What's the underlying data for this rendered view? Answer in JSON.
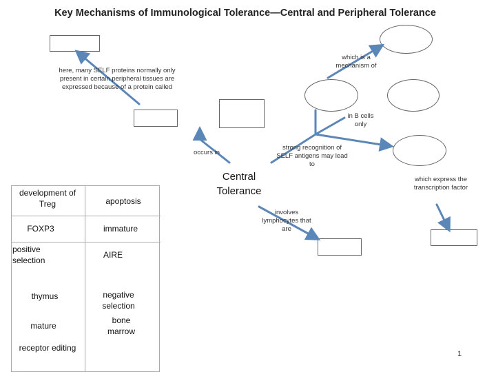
{
  "title": "Key Mechanisms of Immunological Tolerance—Central and Peripheral Tolerance",
  "central_node": "Central Tolerance",
  "labels": {
    "mechanism_of": "which is a mechanism of",
    "self_proteins": "here, many SELF proteins normally only present in certain peripheral tissues are expressed because of a protein called",
    "b_cells_only": "in B cells only",
    "strong_recognition": "strong recognition of SELF antigens may lead to",
    "occurs_in": "occurs in",
    "involves_lymphocytes": "involves lymphocytes that are",
    "transcription_factor": "which express the transcription factor"
  },
  "word_bank": {
    "left": [
      "development of Treg",
      "FOXP3",
      "positive selection",
      "thymus",
      "mature",
      "receptor editing"
    ],
    "right": [
      "apoptosis",
      "immature",
      "AIRE",
      "negative selection",
      "bone marrow",
      ""
    ]
  },
  "page_number": "1",
  "colors": {
    "arrow": "#5b86b8",
    "box_border": "#666666"
  }
}
